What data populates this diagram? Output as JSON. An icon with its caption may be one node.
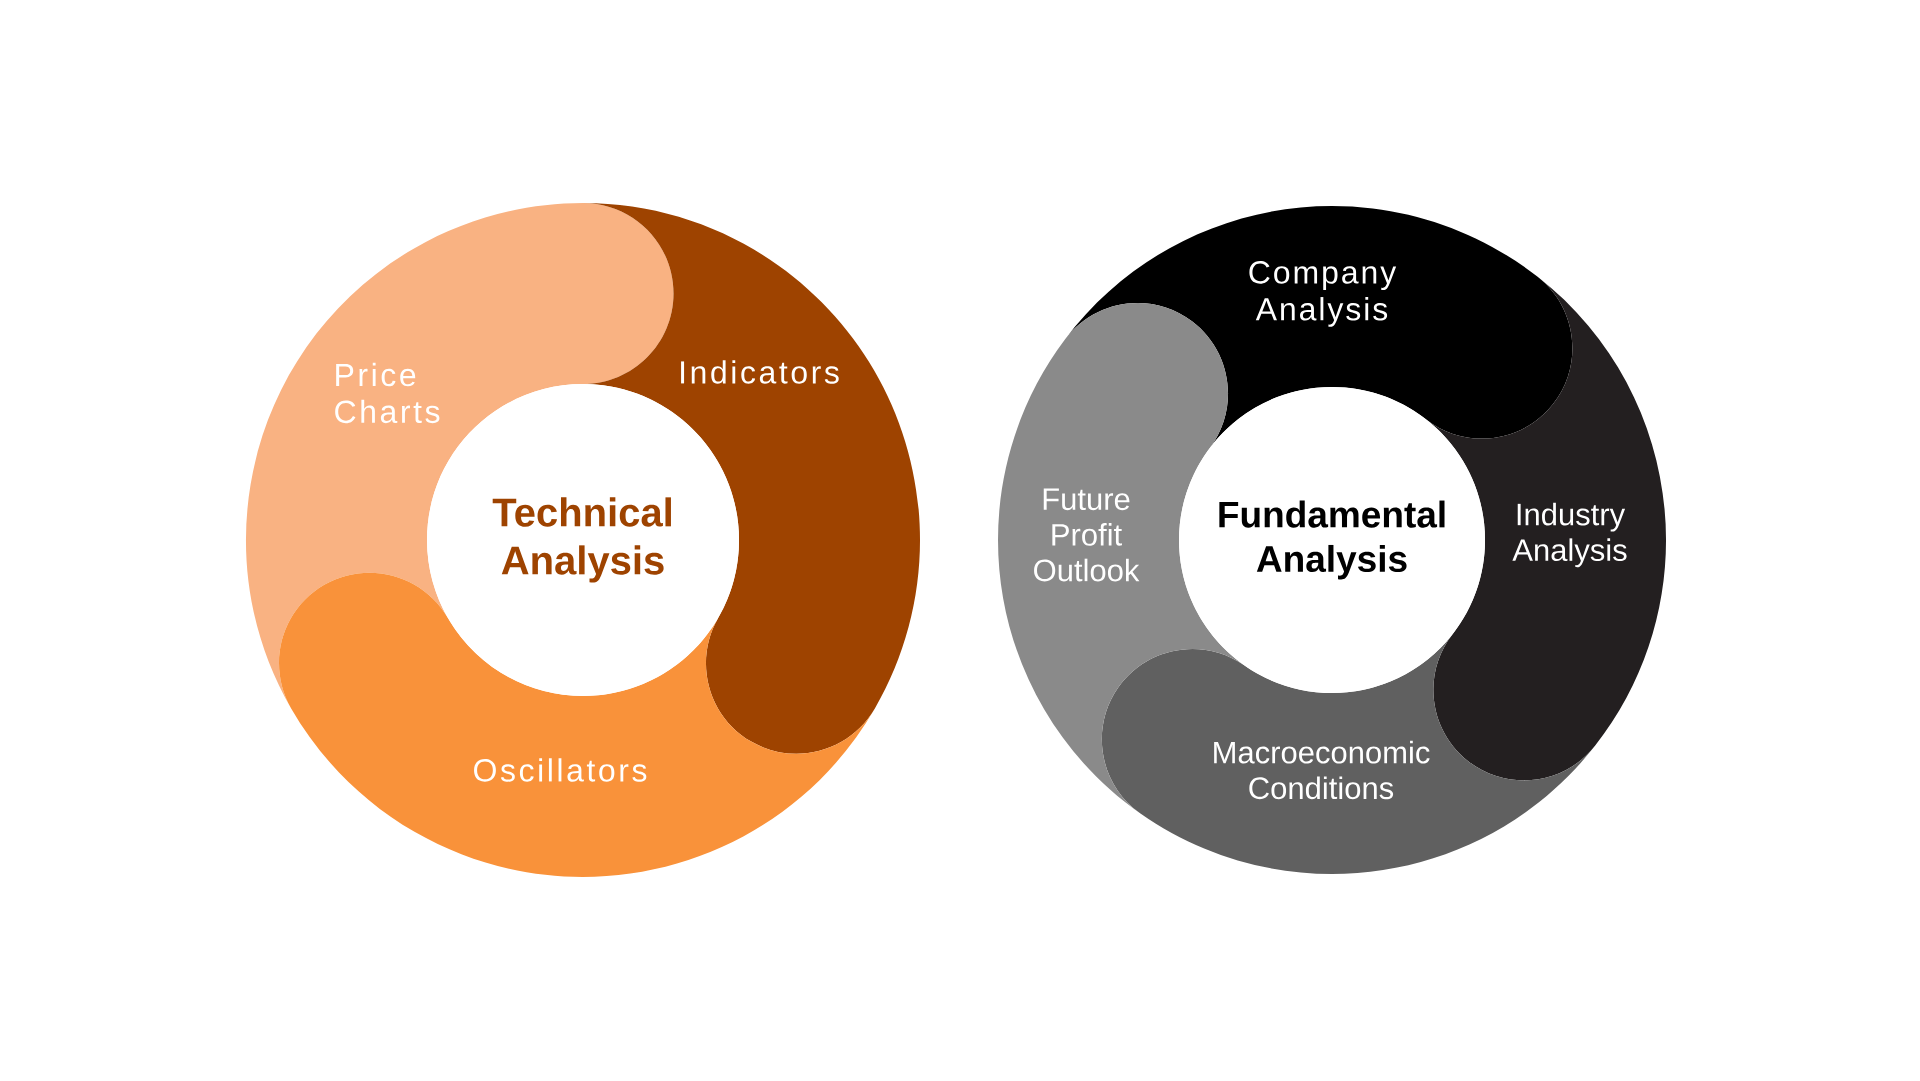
{
  "diagram": {
    "nodes": [
      {
        "text": [
          "Technical Analysis"
        ]
      },
      {
        "text": [
          "Price Charts"
        ]
      },
      {
        "text": [
          "Indicators"
        ]
      },
      {
        "text": [
          "Oscillators"
        ]
      },
      {
        "text": [
          "Fundamental Analysis"
        ]
      },
      {
        "text": [
          "Company Analysis"
        ]
      },
      {
        "text": [
          "Industry Analysis"
        ]
      },
      {
        "text": [
          "Macroeconomic Conditions"
        ]
      },
      {
        "text": [
          "Future Profit Outlook"
        ]
      }
    ]
  }
}
